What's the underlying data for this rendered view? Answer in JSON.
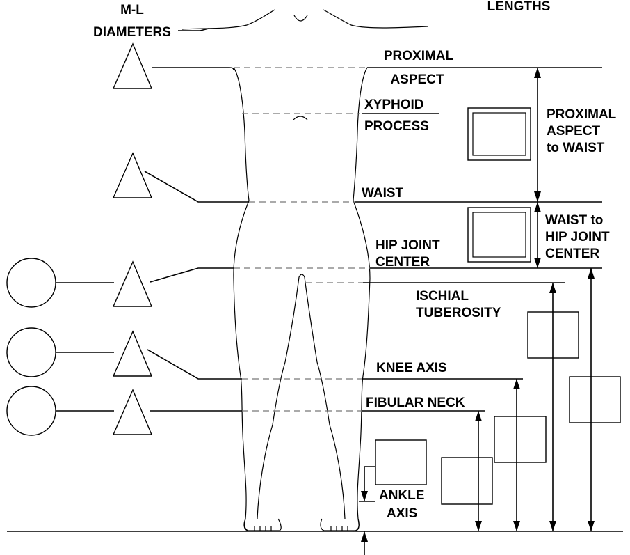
{
  "labels": {
    "ml_diameters_1": "M-L",
    "ml_diameters_2": "DIAMETERS",
    "lengths": "LENGTHS",
    "proximal_1": "PROXIMAL",
    "proximal_2": "ASPECT",
    "xyphoid_1": "XYPHOID",
    "xyphoid_2": "PROCESS",
    "prox_to_waist_1": "PROXIMAL",
    "prox_to_waist_2": "ASPECT",
    "prox_to_waist_3": "to WAIST",
    "waist": "WAIST",
    "waist_to_hip_1": "WAIST to",
    "waist_to_hip_2": "HIP JOINT",
    "waist_to_hip_3": "CENTER",
    "hip_joint_1": "HIP JOINT",
    "hip_joint_2": "CENTER",
    "ischial_1": "ISCHIAL",
    "ischial_2": "TUBEROSITY",
    "knee_axis": "KNEE AXIS",
    "fibular_neck": "FIBULAR NECK",
    "ankle_1": "ANKLE",
    "ankle_2": "AXIS"
  },
  "colors": {
    "line": "#000000",
    "dashed_guide": "#777777",
    "background": "#ffffff"
  }
}
